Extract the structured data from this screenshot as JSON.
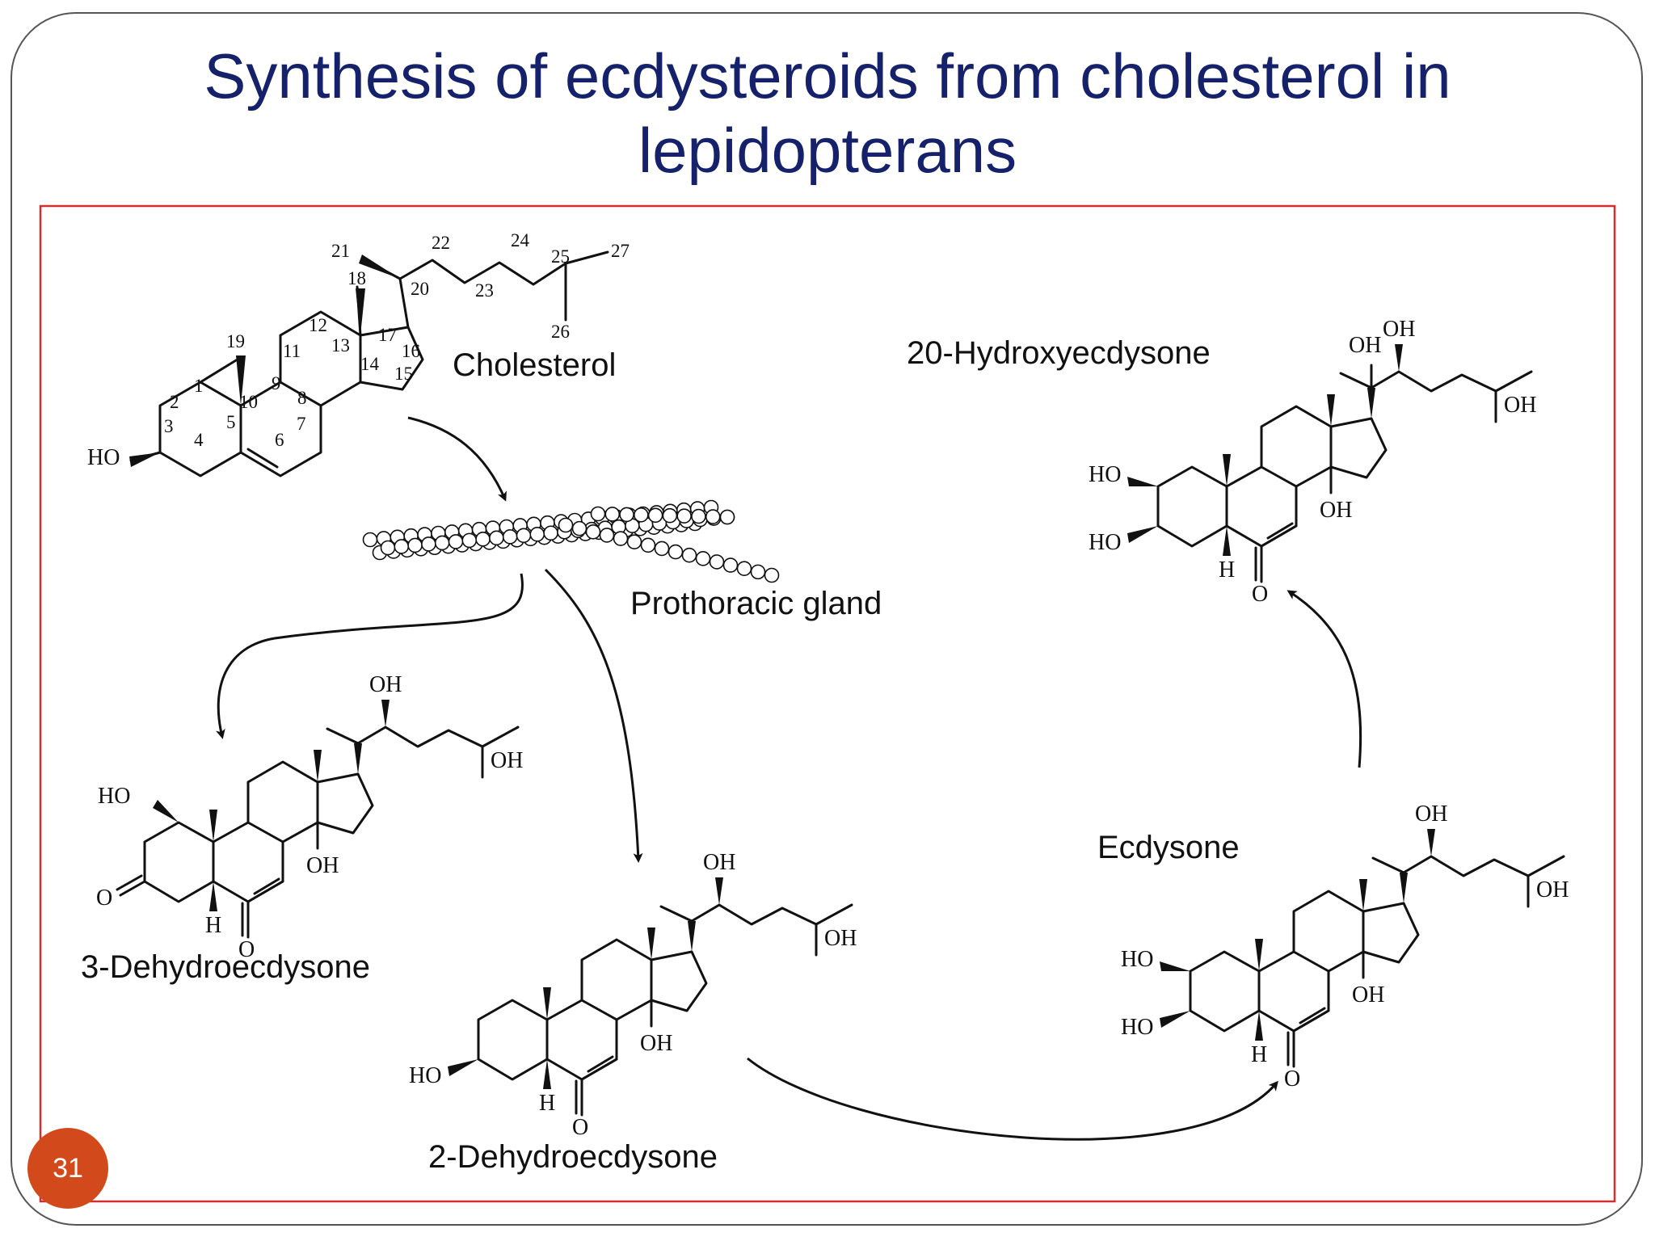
{
  "slide": {
    "title_line1": "Synthesis of ecdysteroids from cholesterol in",
    "title_line2": "lepidopterans",
    "number": "31"
  },
  "labels": {
    "cholesterol": "Cholesterol",
    "prothoracic_gland": "Prothoracic gland",
    "dehydro3": "3-Dehydroecdysone",
    "dehydro2": "2-Dehydroecdysone",
    "ecdysone": "Ecdysone",
    "hydroxy20": "20-Hydroxyecdysone"
  },
  "groups": {
    "ho": "HO",
    "oh": "OH",
    "h": "H",
    "o": "O"
  },
  "cholesterol_numbering": [
    "1",
    "2",
    "3",
    "4",
    "5",
    "6",
    "7",
    "8",
    "9",
    "10",
    "11",
    "12",
    "13",
    "14",
    "15",
    "16",
    "17",
    "18",
    "19",
    "20",
    "21",
    "22",
    "23",
    "24",
    "25",
    "26",
    "27"
  ],
  "colors": {
    "title": "#15216b",
    "frame": "#d32f2f",
    "badge": "#d24a1c",
    "outline": "#555555",
    "ink": "#111111"
  }
}
